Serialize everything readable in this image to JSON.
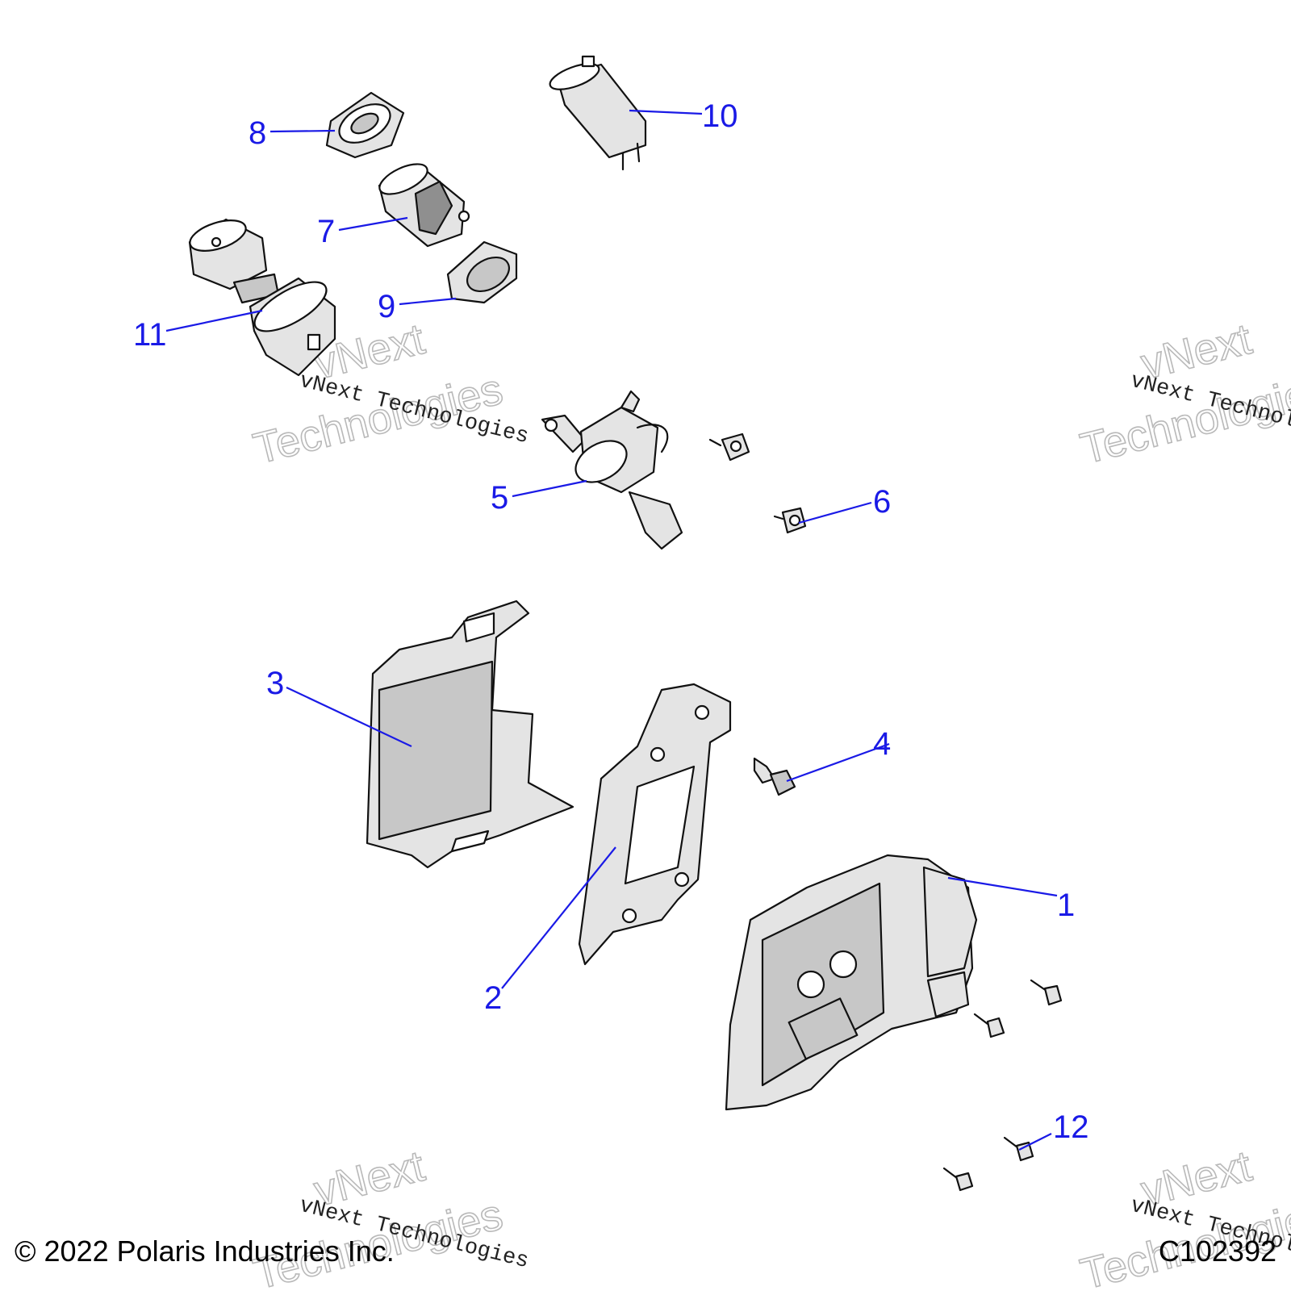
{
  "callouts": [
    "1",
    "2",
    "3",
    "4",
    "5",
    "6",
    "7",
    "8",
    "9",
    "10",
    "11",
    "12"
  ],
  "watermark": {
    "big_line1": "vNext",
    "big_line2": "Technologies",
    "small": "vNext Technologies"
  },
  "footer": {
    "copyright": "© 2022 Polaris Industries Inc.",
    "figure_id": "C102392"
  },
  "colors": {
    "callout": "#1a1ae6",
    "line": "#111111",
    "part_fill": "#e4e4e4",
    "part_shade": "#c7c7c7"
  }
}
